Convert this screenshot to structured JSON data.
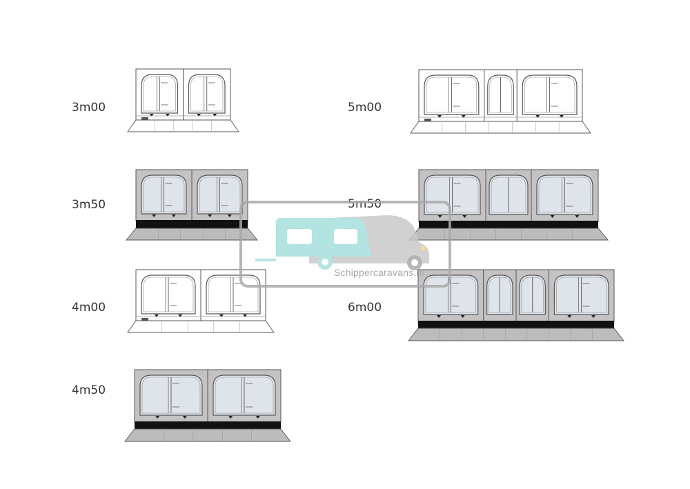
{
  "labels": {
    "s3m00": "3m00",
    "s3m50": "3m50",
    "s4m00": "4m00",
    "s4m50": "4m50",
    "s5m00": "5m00",
    "s5m50": "5m50",
    "s6m00": "6m00"
  },
  "watermark": {
    "text": "Schippercaravans.nl"
  },
  "colors": {
    "outline": "#555555",
    "grey_panel": "#c4c2c2",
    "window_glass": "#dfe4ea",
    "skirt": "#111111",
    "floor": "#bdbcbc",
    "watermark_caravan": "#a8e0dc",
    "watermark_motorhome": "#c9c9c9"
  },
  "awnings": [
    {
      "size": "3m00",
      "style": "outline",
      "panels": [
        "wide",
        "wide"
      ]
    },
    {
      "size": "3m50",
      "style": "grey",
      "panels": [
        "wide",
        "wide"
      ]
    },
    {
      "size": "4m00",
      "style": "outline",
      "panels": [
        "wide",
        "wide"
      ]
    },
    {
      "size": "4m50",
      "style": "grey",
      "panels": [
        "wide",
        "wide"
      ]
    },
    {
      "size": "5m00",
      "style": "outline",
      "panels": [
        "wide",
        "narrow",
        "wide"
      ]
    },
    {
      "size": "5m50",
      "style": "grey",
      "panels": [
        "wide",
        "mid",
        "wide"
      ]
    },
    {
      "size": "6m00",
      "style": "grey",
      "panels": [
        "wide",
        "narrow",
        "narrow",
        "wide"
      ]
    }
  ]
}
